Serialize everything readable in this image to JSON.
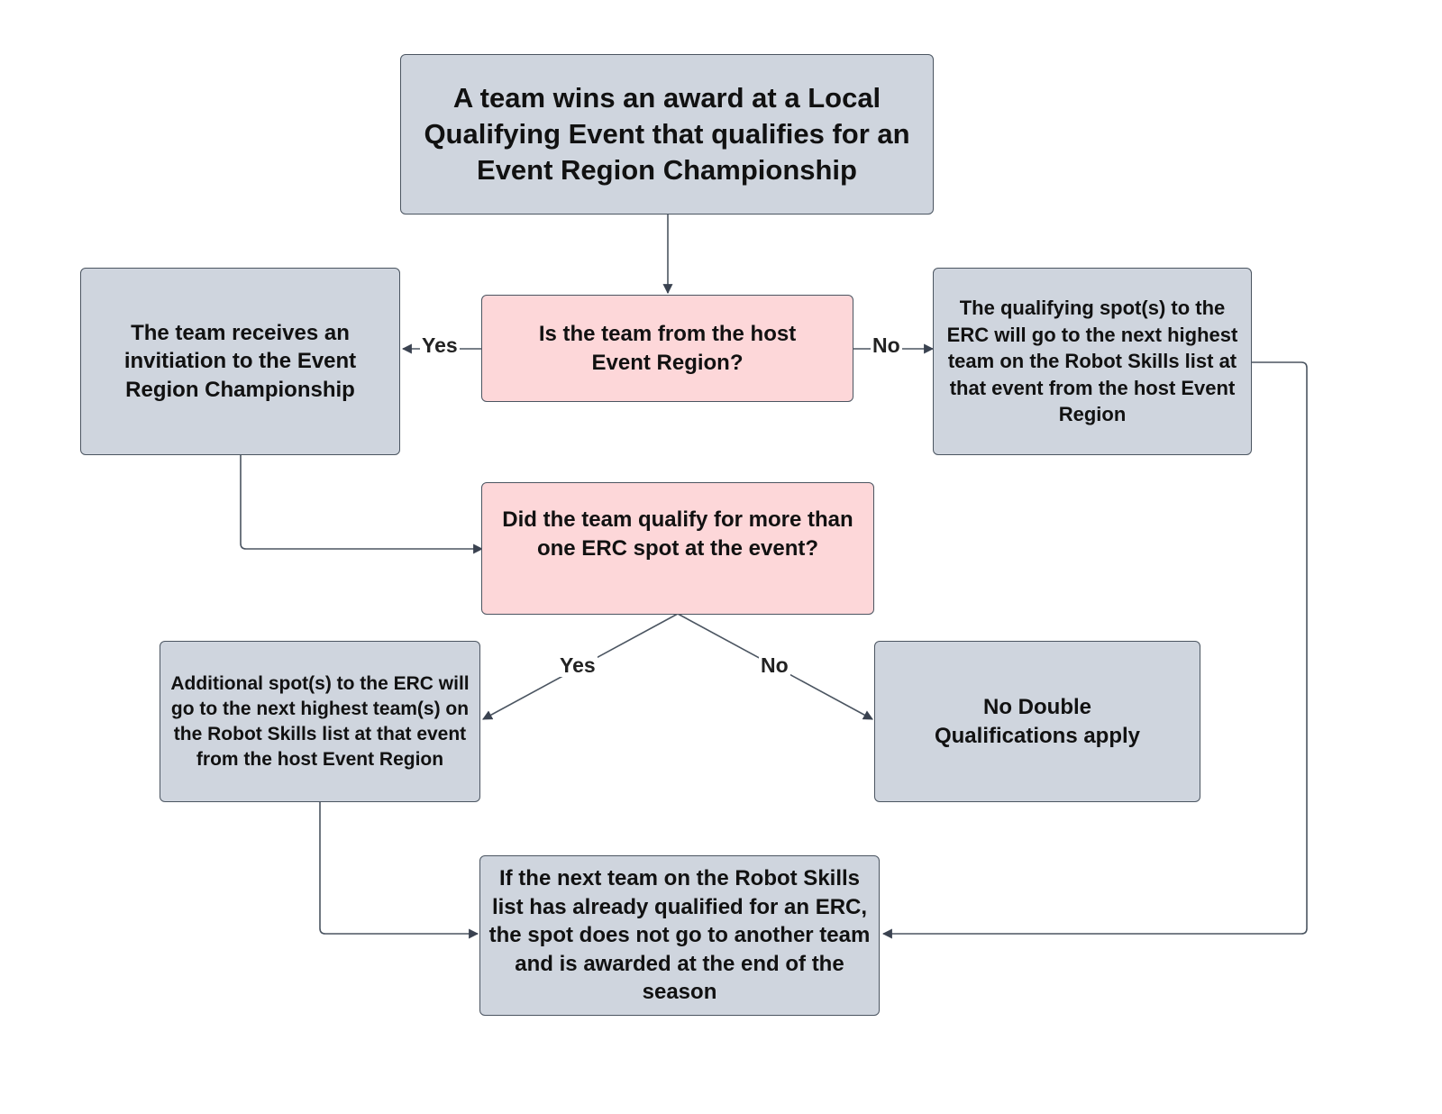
{
  "colors": {
    "process_fill": "#cfd5de",
    "decision_fill": "#fdd7d9",
    "stroke": "#4b5561"
  },
  "nodes": {
    "start": "A team wins an award at a Local Qualifying Event that qualifies for an Event Region Championship",
    "q_host": "Is the team from the host Event Region?",
    "invitation": "The team receives an invitiation to the Event Region Championship",
    "next_host": "The qualifying spot(s) to the ERC will go to the next highest team on the Robot Skills list at that event from the host Event Region",
    "q_multiple": "Did the team qualify for more than one ERC spot at the event?",
    "additional": "Additional spot(s) to the ERC will go to the next highest team(s) on the Robot Skills list at that event from the host Event Region",
    "no_double": "No Double Qualifications apply",
    "already": "If the next team on the Robot Skills list has already qualified for an ERC, the spot does not go to another team and is awarded at the end of the season"
  },
  "edge_labels": {
    "host_yes": "Yes",
    "host_no": "No",
    "multiple_yes": "Yes",
    "multiple_no": "No"
  }
}
